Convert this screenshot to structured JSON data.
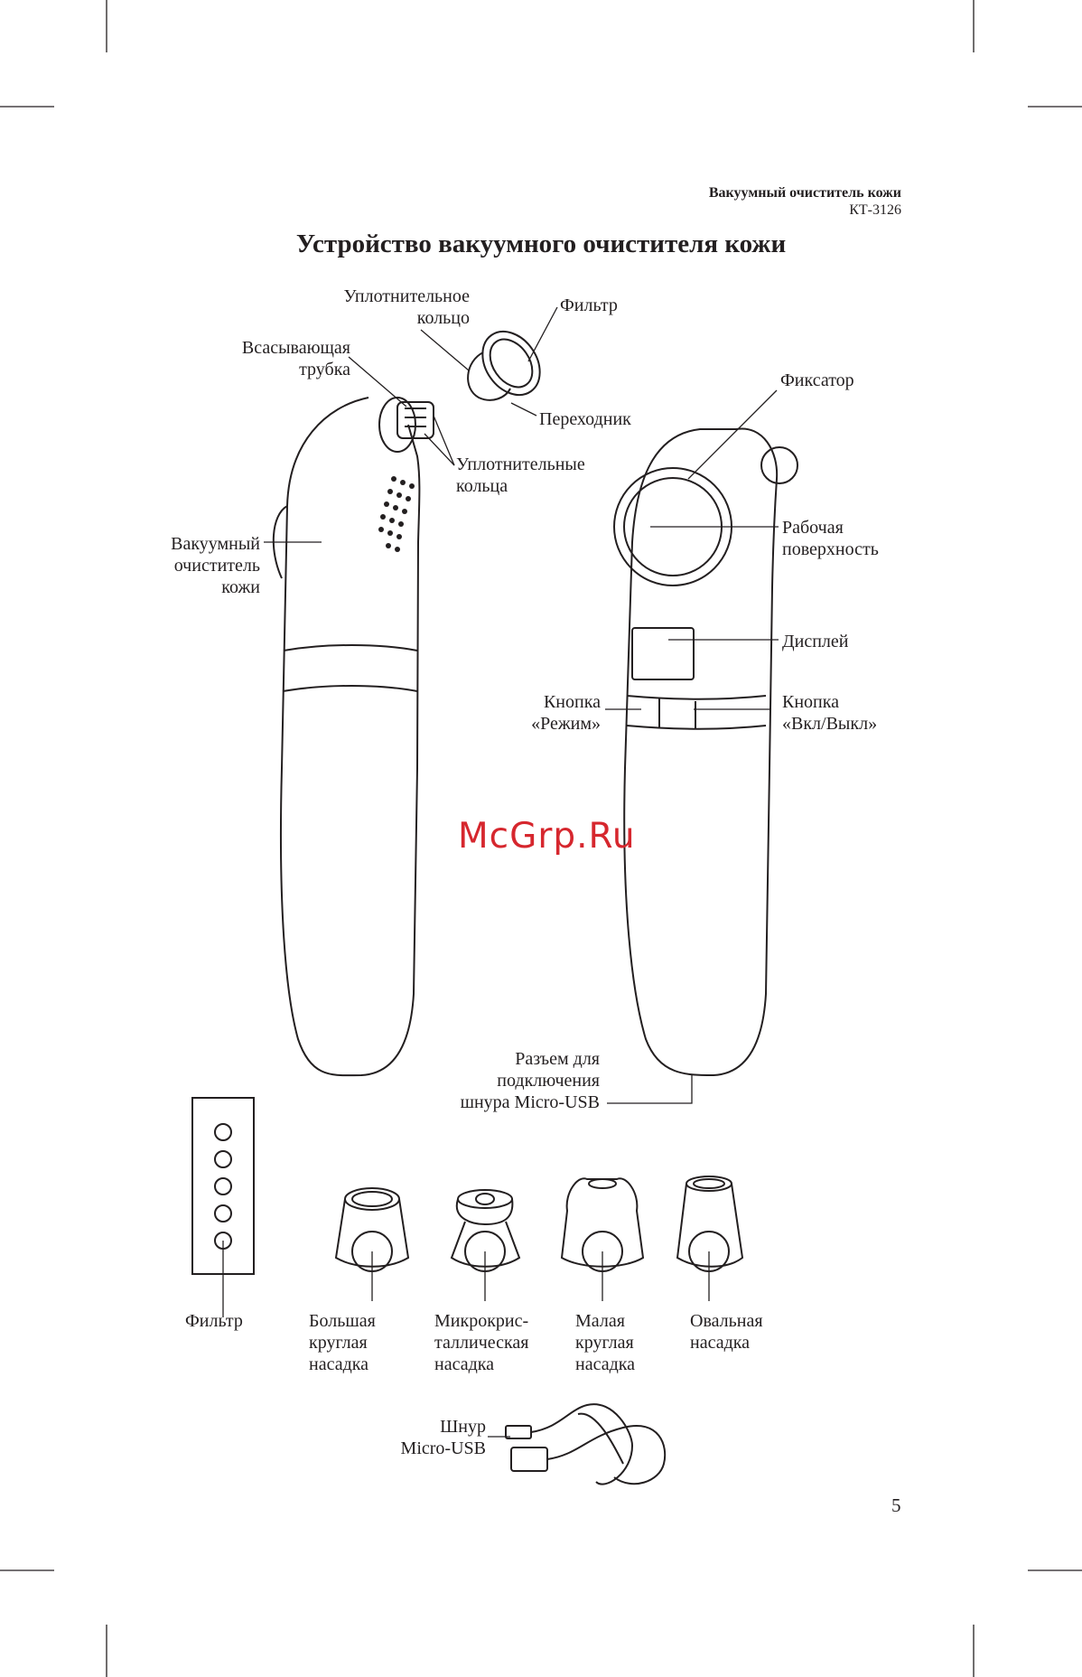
{
  "header": {
    "product": "Вакуумный очиститель кожи",
    "model": "КТ-3126"
  },
  "title": "Устройство вакуумного очистителя кожи",
  "labels": {
    "sealing_ring": [
      "Уплотнительное",
      "кольцо"
    ],
    "filter_top": [
      "Фильтр"
    ],
    "suction_tube": [
      "Всасывающая",
      "трубка"
    ],
    "adapter": [
      "Переходник"
    ],
    "fixator": [
      "Фиксатор"
    ],
    "sealing_rings": [
      "Уплотнительные",
      "кольца"
    ],
    "vacuum_cleaner": [
      "Вакуумный",
      "очиститель",
      "кожи"
    ],
    "working_surface": [
      "Рабочая",
      "поверхность"
    ],
    "display": [
      "Дисплей"
    ],
    "mode_button": [
      "Кнопка",
      "«Режим»"
    ],
    "power_button": [
      "Кнопка",
      "«Вкл/Выкл»"
    ],
    "usb_port": [
      "Разъем для",
      "подключения",
      "шнура Micro-USB"
    ],
    "filter_bottom": [
      "Фильтр"
    ],
    "nozzle_large": [
      "Большая",
      "круглая",
      "насадка"
    ],
    "nozzle_micro": [
      "Микрокрис-",
      "таллическая",
      "насадка"
    ],
    "nozzle_small": [
      "Малая",
      "круглая",
      "насадка"
    ],
    "nozzle_oval": [
      "Овальная",
      "насадка"
    ],
    "cable": [
      "Шнур",
      "Micro-USB"
    ]
  },
  "watermark": "McGrp.Ru",
  "page_number": "5"
}
